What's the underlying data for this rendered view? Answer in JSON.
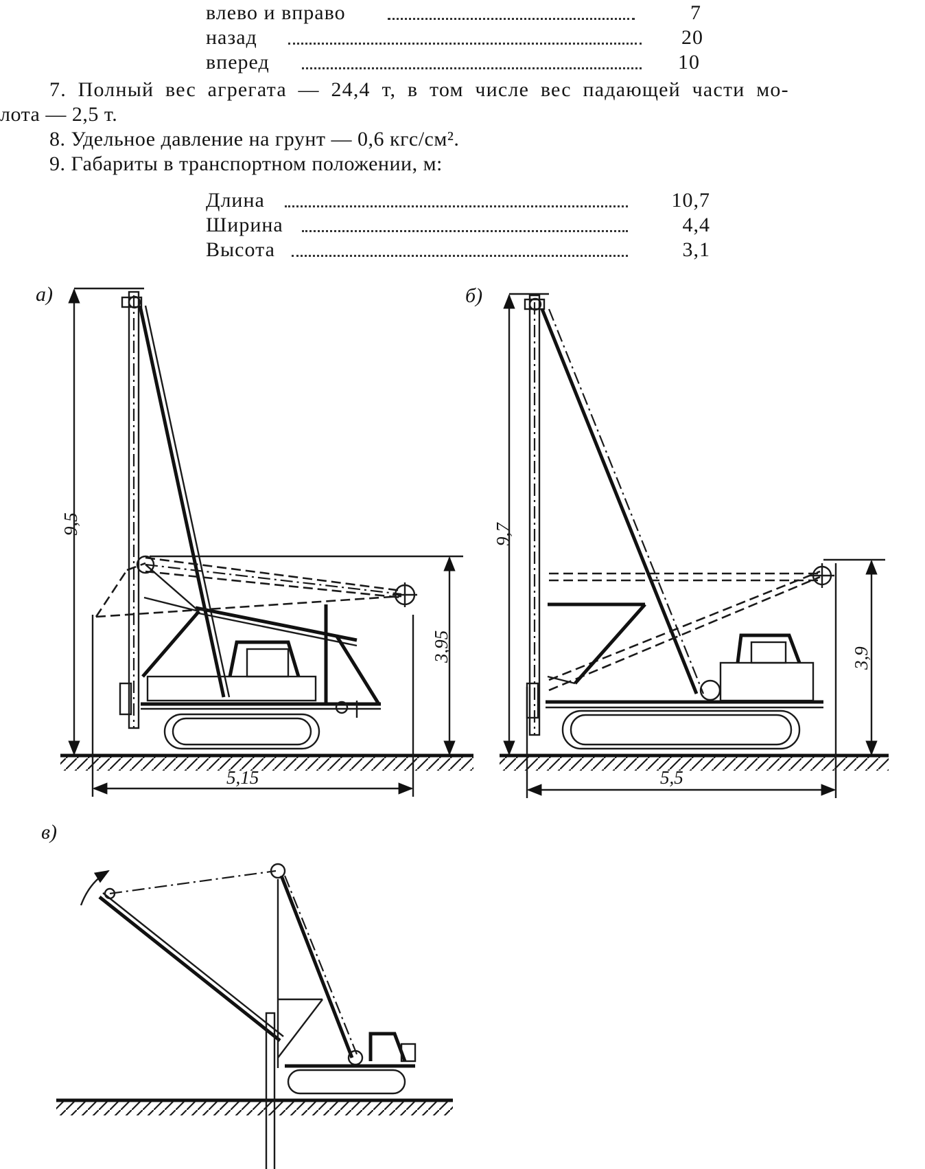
{
  "angles_table": [
    {
      "label": "влево и вправо",
      "value": "7"
    },
    {
      "label": "назад",
      "value": "20"
    },
    {
      "label": "вперед",
      "value": "10"
    }
  ],
  "item7": {
    "line1": "7. Полный вес агрегата — 24,4 т, в том числе вес падающей части мо-",
    "line2": "лота — 2,5 т."
  },
  "item8": {
    "text": "8. Удельное давление на грунт — 0,6 кгс/см²."
  },
  "item9": {
    "text": "9. Габариты в транспортном положении, м:"
  },
  "dimensions_table": [
    {
      "label": "Длина",
      "value": "10,7"
    },
    {
      "label": "Ширина",
      "value": "4,4"
    },
    {
      "label": "Высота",
      "value": "3,1"
    }
  ],
  "figure": {
    "a": {
      "label": "а)",
      "height": "9,5",
      "boom": "3,95",
      "width": "5,15"
    },
    "b": {
      "label": "б)",
      "height": "9,7",
      "boom": "3,9",
      "width": "5,5"
    },
    "v": {
      "label": "в)"
    }
  }
}
